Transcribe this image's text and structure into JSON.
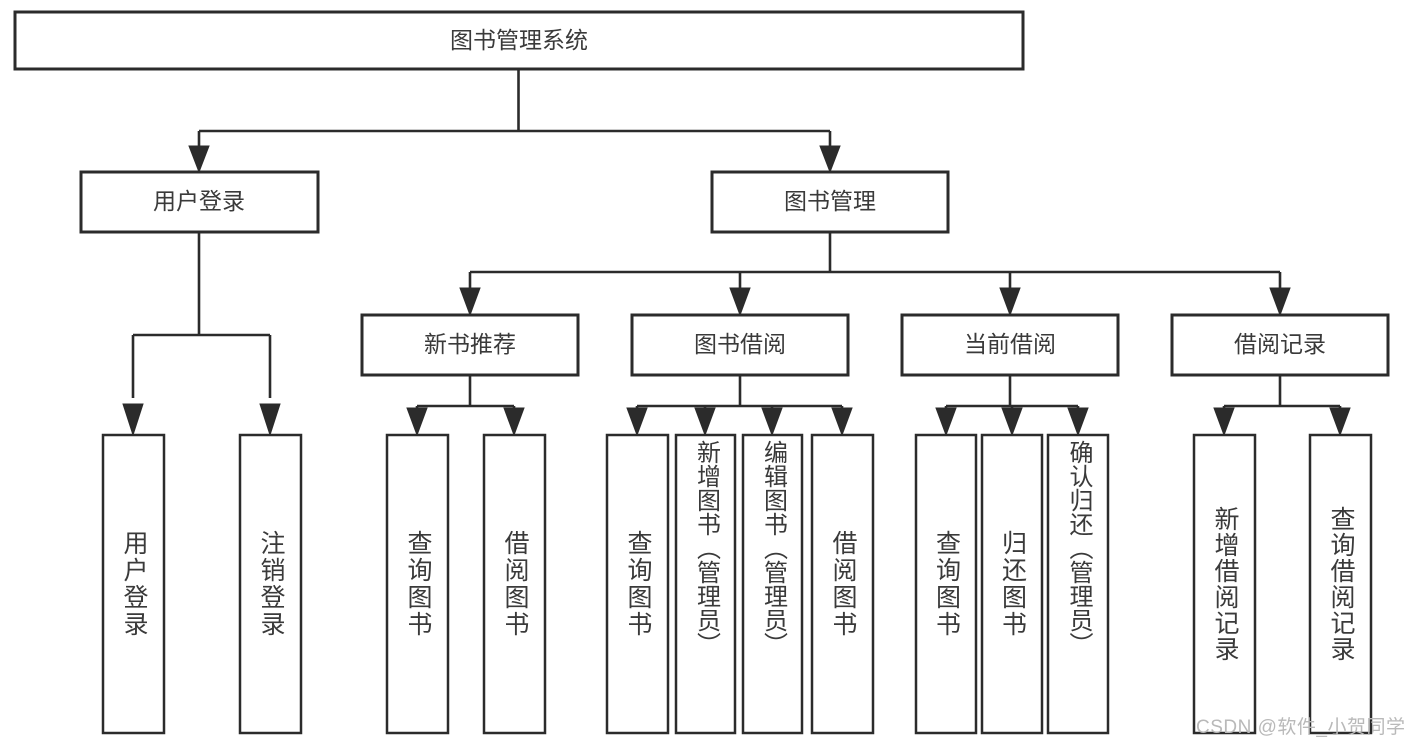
{
  "diagram": {
    "type": "tree-hierarchy",
    "title": "图书管理系统",
    "orientation": "top-down",
    "root": {
      "id": "root",
      "label": "图书管理系统",
      "level": 0
    },
    "level2": [
      {
        "id": "user-login",
        "label": "用户登录"
      },
      {
        "id": "book-manage",
        "label": "图书管理"
      }
    ],
    "level3": [
      {
        "id": "new-book-rec",
        "label": "新书推荐",
        "parent": "book-manage"
      },
      {
        "id": "book-borrow",
        "label": "图书借阅",
        "parent": "book-manage"
      },
      {
        "id": "current-borrow",
        "label": "当前借阅",
        "parent": "book-manage"
      },
      {
        "id": "borrow-record",
        "label": "借阅记录",
        "parent": "book-manage"
      }
    ],
    "leaves": [
      {
        "id": "leaf-user-login",
        "label": "用户登录",
        "parent": "user-login"
      },
      {
        "id": "leaf-logout",
        "label": "注销登录",
        "parent": "user-login"
      },
      {
        "id": "leaf-query-book-1",
        "label": "查询图书",
        "parent": "new-book-rec"
      },
      {
        "id": "leaf-borrow-book-1",
        "label": "借阅图书",
        "parent": "new-book-rec"
      },
      {
        "id": "leaf-query-book-2",
        "label": "查询图书",
        "parent": "book-borrow"
      },
      {
        "id": "leaf-add-book",
        "label": "新增图书（管理员）",
        "parent": "book-borrow"
      },
      {
        "id": "leaf-edit-book",
        "label": "编辑图书（管理员）",
        "parent": "book-borrow"
      },
      {
        "id": "leaf-borrow-book-2",
        "label": "借阅图书",
        "parent": "book-borrow"
      },
      {
        "id": "leaf-query-book-3",
        "label": "查询图书",
        "parent": "current-borrow"
      },
      {
        "id": "leaf-return-book",
        "label": "归还图书",
        "parent": "current-borrow"
      },
      {
        "id": "leaf-confirm-return",
        "label": "确认归还（管理员）",
        "parent": "current-borrow"
      },
      {
        "id": "leaf-add-record",
        "label": "新增借阅记录",
        "parent": "borrow-record"
      },
      {
        "id": "leaf-query-record",
        "label": "查询借阅记录",
        "parent": "borrow-record"
      }
    ]
  },
  "watermark": {
    "text": "CSDN @软件_小贺同学"
  },
  "colors": {
    "stroke": "#2b2b2b",
    "fill": "#ffffff",
    "text": "#3a3a3a",
    "watermark": "#b9b9b9"
  }
}
